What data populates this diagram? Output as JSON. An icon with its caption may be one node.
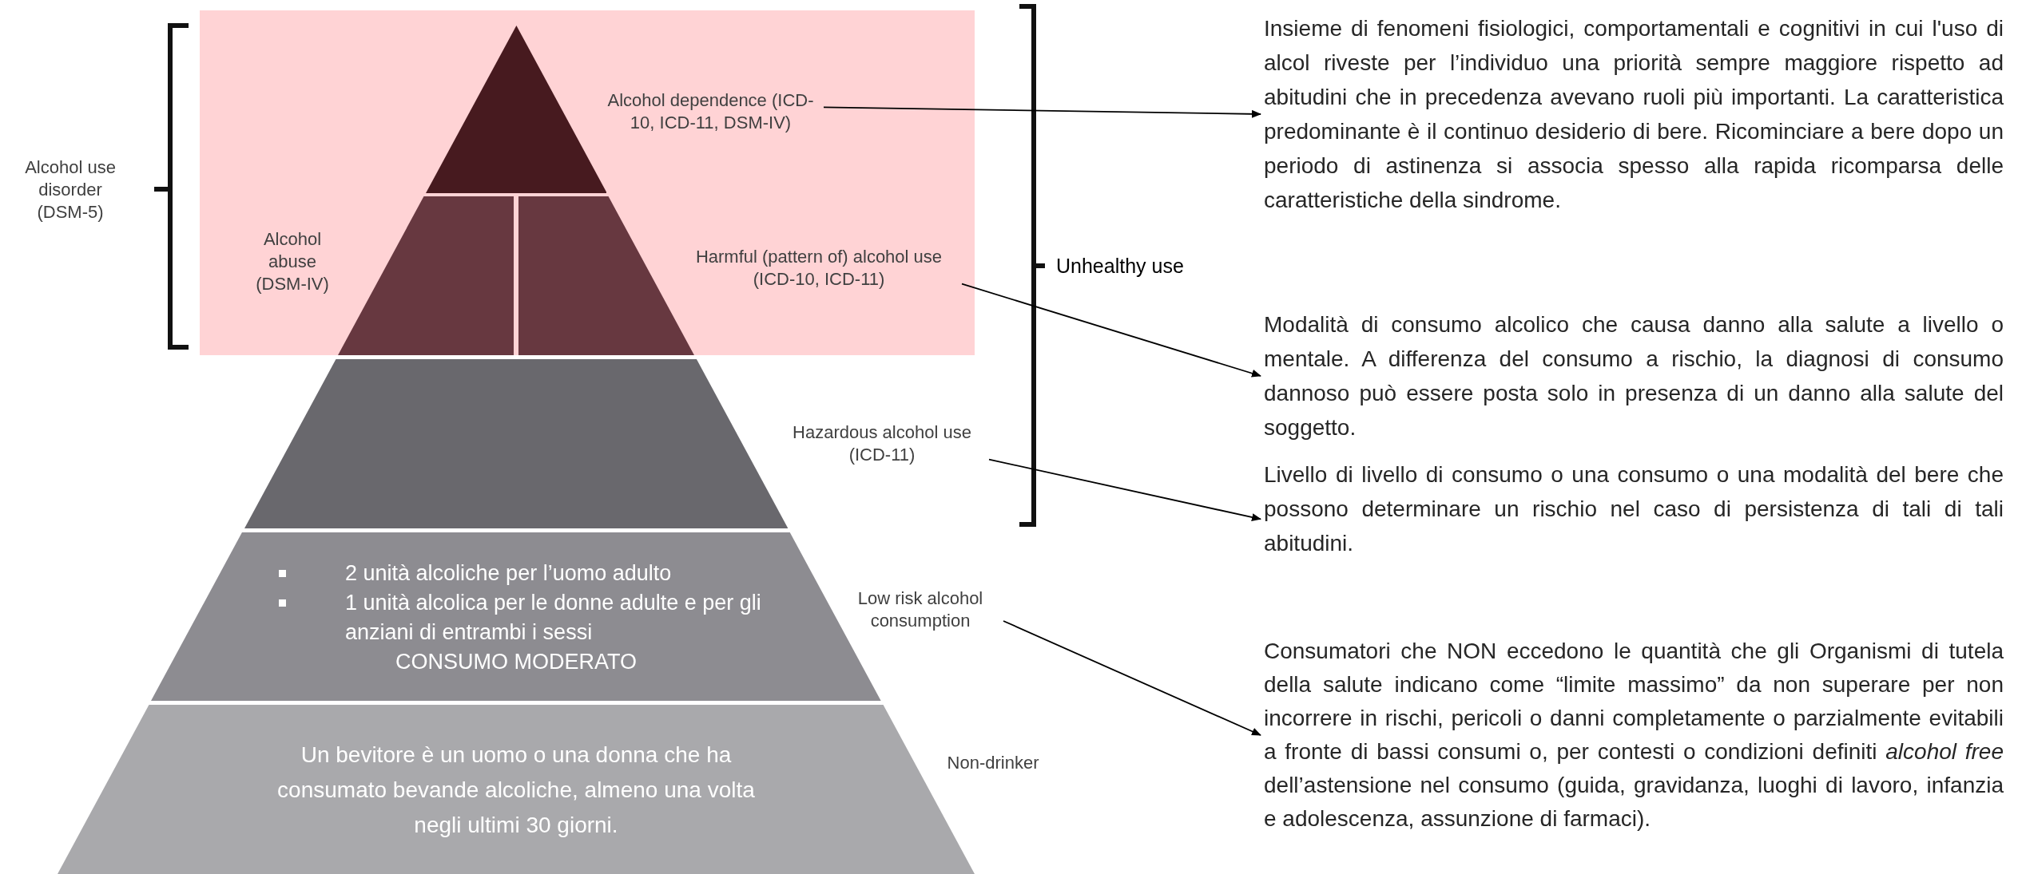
{
  "diagram": {
    "nodes": [
      {
        "text": [],
        "shape": "triangle"
      },
      {
        "text": [],
        "shape": "trapezoid",
        "beside": [
          "Alcohol abuse (DSM-IV)"
        ]
      },
      {
        "text": [],
        "shape": "trapezoid"
      },
      {
        "text": [],
        "shape": "trapezoid"
      },
      {
        "text": [
          "2 unità alcoliche per l’uomo adulto",
          "1 unità alcolica per le donne adulte e per gli anziani di entrambi i sessi",
          "CONSUMO MODERATO"
        ]
      },
      {
        "text": [
          "Un bevitore è un uomo o una donna che ha consumato bevande alcoliche, almeno una volta negli ultimi 30 giorni."
        ]
      },
      {
        "text": [
          "Alcohol dependence (ICD-10, ICD-11, DSM-IV)"
        ]
      },
      {
        "text": [
          "Harmful (pattern of) alcohol use (ICD-10, ICD-11)"
        ]
      },
      {
        "text": [
          "Hazardous alcohol use (ICD-11)"
        ]
      },
      {
        "text": [
          "Low risk alcohol consumption"
        ]
      },
      {
        "text": [
          "Insieme di fenomeni fisiologici, comportamentali e cognitivi in cui l'uso di alcol riveste per l’individuo una priorità sempre maggiore rispetto ad abitudini che in precedenza avevano ruoli più importanti. La caratteristica predominante è il continuo desiderio di bere. Ricominciare a bere dopo un periodo di astinenza si associa spesso alla rapida ricomparsa delle caratteristiche della sindrome."
        ]
      },
      {
        "text": [
          "Modalità di consumo alcolico che causa danno alla salute a livello o mentale. A differenza del consumo a rischio, la diagnosi di consumo dannoso può essere posta solo in presenza di un danno alla salute del soggetto."
        ]
      },
      {
        "text": [
          "Livello di livello di consumo o una consumo o una modalità del bere che possono determinare un rischio nel caso di persistenza di tali di tali abitudini."
        ]
      },
      {
        "text": [
          "Consumatori che NON eccedono le quantità che gli Organismi di tutela della salute indicano come “limite massimo” da non superare per non incorrere in rischi, pericoli o danni completamente o parzialmente evitabili a fronte di bassi consumi o, per contesti o condizioni definiti *alcohol free* dell’astensione nel consumo (guida, gravidanza, luoghi di lavoro, infanzia e adolescenza, assunzione di farmaci)."
        ]
      }
    ],
    "edges": [
      {
        "from": 6,
        "to": 10,
        "arrow": "to"
      },
      {
        "from": 7,
        "to": 11,
        "arrow": "to"
      },
      {
        "from": 8,
        "to": 12,
        "arrow": "to"
      },
      {
        "from": 9,
        "to": 13,
        "arrow": "to"
      }
    ],
    "labels": [
      "Alcohol use disorder (DSM-5)",
      "Unhealthy use",
      "Non-drinker"
    ]
  }
}
